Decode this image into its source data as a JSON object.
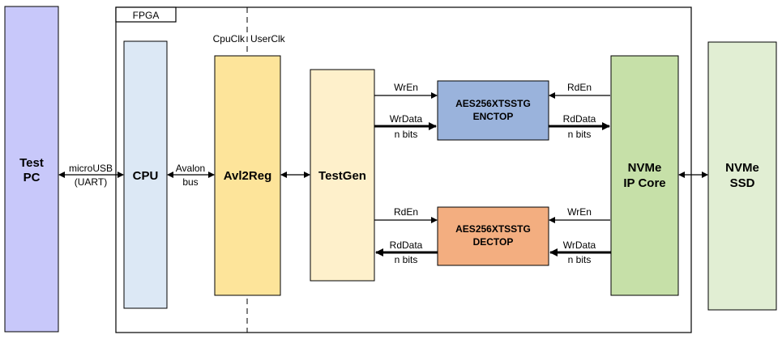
{
  "fpga_label": "FPGA",
  "clock_labels": {
    "cpu": "CpuClk",
    "user": "UserClk"
  },
  "blocks": {
    "test_pc": {
      "line1": "Test",
      "line2": "PC",
      "color": "#c8c8fa"
    },
    "cpu": {
      "label": "CPU",
      "color": "#dce8f5"
    },
    "avl2reg": {
      "label": "Avl2Reg",
      "color": "#fde49a"
    },
    "testgen": {
      "label": "TestGen",
      "color": "#fef0cb"
    },
    "aes_enc": {
      "line1": "AES256XTSSTG",
      "line2": "ENCTOP",
      "color": "#9ab3dc"
    },
    "aes_dec": {
      "line1": "AES256XTSSTG",
      "line2": "DECTOP",
      "color": "#f3ae80"
    },
    "nvme_ip": {
      "line1": "NVMe",
      "line2": "IP Core",
      "color": "#c6e0a8"
    },
    "nvme_ssd": {
      "line1": "NVMe",
      "line2": "SSD",
      "color": "#e1eed3"
    }
  },
  "links": {
    "pc_cpu": {
      "line1": "microUSB",
      "line2": "(UART)"
    },
    "cpu_avl": {
      "line1": "Avalon",
      "line2": "bus"
    },
    "enc_wren": "WrEn",
    "enc_wrdata": {
      "line1": "WrData",
      "line2": "n bits"
    },
    "enc_rden": "RdEn",
    "enc_rddata": {
      "line1": "RdData",
      "line2": "n bits"
    },
    "dec_rden": "RdEn",
    "dec_rddata": {
      "line1": "RdData",
      "line2": "n bits"
    },
    "dec_wren": "WrEn",
    "dec_wrdata": {
      "line1": "WrData",
      "line2": "n bits"
    }
  }
}
